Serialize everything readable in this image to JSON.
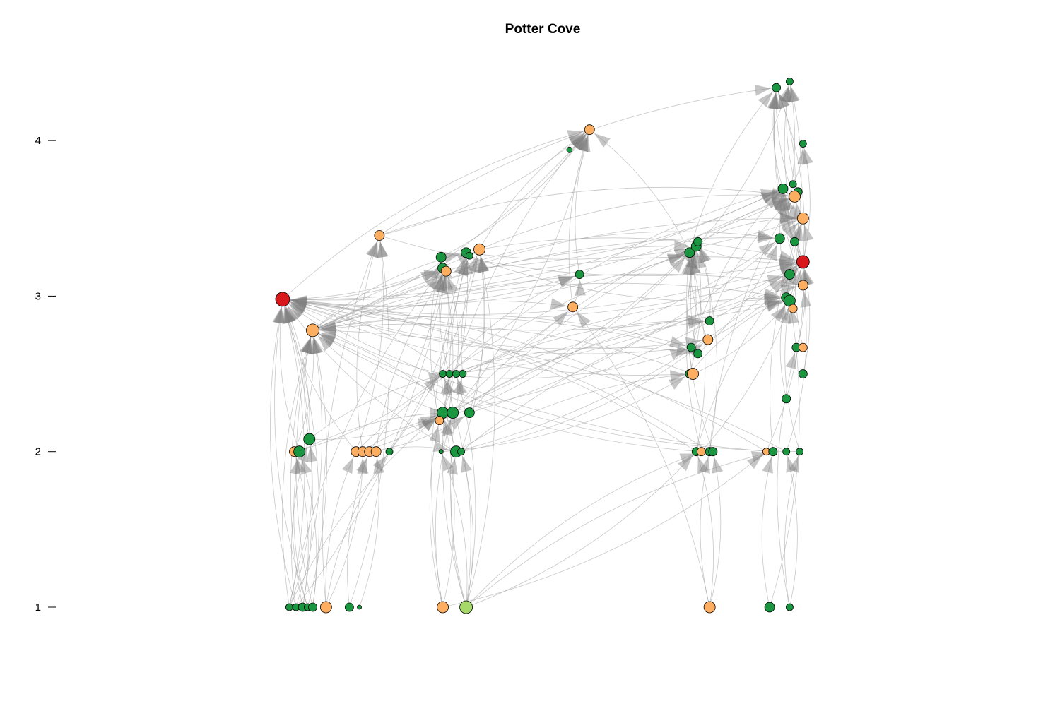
{
  "chart_data": {
    "type": "network",
    "title": "Potter Cove",
    "ylabel": "",
    "xlabel": "",
    "ylim": [
      1,
      4.4
    ],
    "yticks": [
      1,
      2,
      3,
      4
    ],
    "node_colors": {
      "red": "#d7191c",
      "orange": "#fdae61",
      "dark_green": "#1a9641",
      "light_green": "#a6d96a"
    },
    "edge_color": "#9a9a9a",
    "arrow_color": "#7f7f7f",
    "nodes": [
      {
        "id": 0,
        "x": 0.0,
        "y": 2.98,
        "c": "red",
        "s": 10
      },
      {
        "id": 1,
        "x": 0.09,
        "y": 2.78,
        "c": "orange",
        "s": 9
      },
      {
        "id": 2,
        "x": 0.29,
        "y": 3.39,
        "c": "orange",
        "s": 7
      },
      {
        "id": 3,
        "x": 0.08,
        "y": 2.08,
        "c": "dark_green",
        "s": 8
      },
      {
        "id": 4,
        "x": 0.035,
        "y": 2.0,
        "c": "orange",
        "s": 7
      },
      {
        "id": 5,
        "x": 0.05,
        "y": 2.0,
        "c": "dark_green",
        "s": 8
      },
      {
        "id": 6,
        "x": 0.22,
        "y": 2.0,
        "c": "orange",
        "s": 7
      },
      {
        "id": 7,
        "x": 0.24,
        "y": 2.0,
        "c": "orange",
        "s": 7
      },
      {
        "id": 8,
        "x": 0.26,
        "y": 2.0,
        "c": "orange",
        "s": 7
      },
      {
        "id": 9,
        "x": 0.28,
        "y": 2.0,
        "c": "orange",
        "s": 7
      },
      {
        "id": 10,
        "x": 0.32,
        "y": 2.0,
        "c": "dark_green",
        "s": 5
      },
      {
        "id": 11,
        "x": 0.02,
        "y": 1.0,
        "c": "dark_green",
        "s": 5
      },
      {
        "id": 12,
        "x": 0.04,
        "y": 1.0,
        "c": "dark_green",
        "s": 5
      },
      {
        "id": 13,
        "x": 0.06,
        "y": 1.0,
        "c": "dark_green",
        "s": 6
      },
      {
        "id": 14,
        "x": 0.075,
        "y": 1.0,
        "c": "dark_green",
        "s": 5
      },
      {
        "id": 15,
        "x": 0.09,
        "y": 1.0,
        "c": "dark_green",
        "s": 6
      },
      {
        "id": 16,
        "x": 0.13,
        "y": 1.0,
        "c": "orange",
        "s": 8
      },
      {
        "id": 17,
        "x": 0.2,
        "y": 1.0,
        "c": "dark_green",
        "s": 6
      },
      {
        "id": 18,
        "x": 0.23,
        "y": 1.0,
        "c": "dark_green",
        "s": 3
      },
      {
        "id": 19,
        "x": 0.48,
        "y": 1.0,
        "c": "orange",
        "s": 8
      },
      {
        "id": 20,
        "x": 0.55,
        "y": 1.0,
        "c": "light_green",
        "s": 9
      },
      {
        "id": 21,
        "x": 0.59,
        "y": 3.3,
        "c": "orange",
        "s": 8
      },
      {
        "id": 22,
        "x": 0.55,
        "y": 3.28,
        "c": "dark_green",
        "s": 7
      },
      {
        "id": 23,
        "x": 0.475,
        "y": 3.25,
        "c": "dark_green",
        "s": 7
      },
      {
        "id": 24,
        "x": 0.48,
        "y": 3.18,
        "c": "dark_green",
        "s": 7
      },
      {
        "id": 25,
        "x": 0.49,
        "y": 3.16,
        "c": "orange",
        "s": 7
      },
      {
        "id": 26,
        "x": 0.56,
        "y": 3.26,
        "c": "dark_green",
        "s": 5
      },
      {
        "id": 27,
        "x": 0.48,
        "y": 2.5,
        "c": "dark_green",
        "s": 5
      },
      {
        "id": 28,
        "x": 0.5,
        "y": 2.5,
        "c": "dark_green",
        "s": 5
      },
      {
        "id": 29,
        "x": 0.52,
        "y": 2.5,
        "c": "dark_green",
        "s": 5
      },
      {
        "id": 30,
        "x": 0.54,
        "y": 2.5,
        "c": "dark_green",
        "s": 5
      },
      {
        "id": 31,
        "x": 0.48,
        "y": 2.25,
        "c": "dark_green",
        "s": 8
      },
      {
        "id": 32,
        "x": 0.51,
        "y": 2.25,
        "c": "dark_green",
        "s": 8
      },
      {
        "id": 33,
        "x": 0.56,
        "y": 2.25,
        "c": "dark_green",
        "s": 7
      },
      {
        "id": 34,
        "x": 0.47,
        "y": 2.2,
        "c": "orange",
        "s": 6
      },
      {
        "id": 35,
        "x": 0.475,
        "y": 2.0,
        "c": "dark_green",
        "s": 3
      },
      {
        "id": 36,
        "x": 0.52,
        "y": 2.0,
        "c": "dark_green",
        "s": 8
      },
      {
        "id": 37,
        "x": 0.535,
        "y": 2.0,
        "c": "dark_green",
        "s": 5
      },
      {
        "id": 38,
        "x": 0.92,
        "y": 4.07,
        "c": "orange",
        "s": 7
      },
      {
        "id": 39,
        "x": 0.86,
        "y": 3.94,
        "c": "dark_green",
        "s": 4
      },
      {
        "id": 40,
        "x": 0.89,
        "y": 3.14,
        "c": "dark_green",
        "s": 6
      },
      {
        "id": 41,
        "x": 0.87,
        "y": 2.93,
        "c": "orange",
        "s": 7
      },
      {
        "id": 42,
        "x": 1.22,
        "y": 3.28,
        "c": "dark_green",
        "s": 7
      },
      {
        "id": 43,
        "x": 1.24,
        "y": 3.32,
        "c": "dark_green",
        "s": 7
      },
      {
        "id": 44,
        "x": 1.245,
        "y": 3.35,
        "c": "dark_green",
        "s": 6
      },
      {
        "id": 45,
        "x": 1.28,
        "y": 2.84,
        "c": "dark_green",
        "s": 6
      },
      {
        "id": 46,
        "x": 1.275,
        "y": 2.72,
        "c": "orange",
        "s": 7
      },
      {
        "id": 47,
        "x": 1.225,
        "y": 2.67,
        "c": "dark_green",
        "s": 6
      },
      {
        "id": 48,
        "x": 1.245,
        "y": 2.63,
        "c": "dark_green",
        "s": 6
      },
      {
        "id": 49,
        "x": 1.22,
        "y": 2.5,
        "c": "dark_green",
        "s": 6
      },
      {
        "id": 50,
        "x": 1.23,
        "y": 2.5,
        "c": "orange",
        "s": 8
      },
      {
        "id": 51,
        "x": 1.24,
        "y": 2.0,
        "c": "dark_green",
        "s": 6
      },
      {
        "id": 52,
        "x": 1.255,
        "y": 2.0,
        "c": "orange",
        "s": 6
      },
      {
        "id": 53,
        "x": 1.28,
        "y": 2.0,
        "c": "dark_green",
        "s": 6
      },
      {
        "id": 54,
        "x": 1.29,
        "y": 2.0,
        "c": "dark_green",
        "s": 6
      },
      {
        "id": 55,
        "x": 1.28,
        "y": 1.0,
        "c": "orange",
        "s": 8
      },
      {
        "id": 56,
        "x": 1.48,
        "y": 4.34,
        "c": "dark_green",
        "s": 6
      },
      {
        "id": 57,
        "x": 1.52,
        "y": 4.38,
        "c": "dark_green",
        "s": 5
      },
      {
        "id": 58,
        "x": 1.56,
        "y": 3.98,
        "c": "dark_green",
        "s": 5
      },
      {
        "id": 59,
        "x": 1.5,
        "y": 3.69,
        "c": "dark_green",
        "s": 7
      },
      {
        "id": 60,
        "x": 1.53,
        "y": 3.72,
        "c": "dark_green",
        "s": 5
      },
      {
        "id": 61,
        "x": 1.545,
        "y": 3.67,
        "c": "dark_green",
        "s": 6
      },
      {
        "id": 62,
        "x": 1.535,
        "y": 3.64,
        "c": "orange",
        "s": 8
      },
      {
        "id": 63,
        "x": 1.56,
        "y": 3.5,
        "c": "orange",
        "s": 8
      },
      {
        "id": 64,
        "x": 1.49,
        "y": 3.37,
        "c": "dark_green",
        "s": 7
      },
      {
        "id": 65,
        "x": 1.535,
        "y": 3.35,
        "c": "dark_green",
        "s": 6
      },
      {
        "id": 66,
        "x": 1.56,
        "y": 3.22,
        "c": "red",
        "s": 9
      },
      {
        "id": 67,
        "x": 1.52,
        "y": 3.14,
        "c": "dark_green",
        "s": 7
      },
      {
        "id": 68,
        "x": 1.56,
        "y": 3.07,
        "c": "orange",
        "s": 7
      },
      {
        "id": 69,
        "x": 1.51,
        "y": 2.99,
        "c": "dark_green",
        "s": 7
      },
      {
        "id": 70,
        "x": 1.52,
        "y": 2.97,
        "c": "dark_green",
        "s": 8
      },
      {
        "id": 71,
        "x": 1.53,
        "y": 2.92,
        "c": "orange",
        "s": 6
      },
      {
        "id": 72,
        "x": 1.54,
        "y": 2.67,
        "c": "dark_green",
        "s": 6
      },
      {
        "id": 73,
        "x": 1.56,
        "y": 2.67,
        "c": "orange",
        "s": 6
      },
      {
        "id": 74,
        "x": 1.56,
        "y": 2.5,
        "c": "dark_green",
        "s": 6
      },
      {
        "id": 75,
        "x": 1.51,
        "y": 2.34,
        "c": "dark_green",
        "s": 6
      },
      {
        "id": 76,
        "x": 1.45,
        "y": 2.0,
        "c": "orange",
        "s": 5
      },
      {
        "id": 77,
        "x": 1.47,
        "y": 2.0,
        "c": "dark_green",
        "s": 6
      },
      {
        "id": 78,
        "x": 1.51,
        "y": 2.0,
        "c": "dark_green",
        "s": 5
      },
      {
        "id": 79,
        "x": 1.55,
        "y": 2.0,
        "c": "dark_green",
        "s": 5
      },
      {
        "id": 80,
        "x": 1.46,
        "y": 1.0,
        "c": "dark_green",
        "s": 7
      },
      {
        "id": 81,
        "x": 1.52,
        "y": 1.0,
        "c": "dark_green",
        "s": 5
      }
    ],
    "edges": [
      [
        11,
        0
      ],
      [
        12,
        0
      ],
      [
        13,
        0
      ],
      [
        14,
        0
      ],
      [
        15,
        0
      ],
      [
        11,
        1
      ],
      [
        12,
        1
      ],
      [
        13,
        1
      ],
      [
        14,
        1
      ],
      [
        15,
        1
      ],
      [
        11,
        3
      ],
      [
        12,
        3
      ],
      [
        13,
        4
      ],
      [
        14,
        5
      ],
      [
        15,
        5
      ],
      [
        16,
        6
      ],
      [
        16,
        7
      ],
      [
        17,
        8
      ],
      [
        18,
        9
      ],
      [
        16,
        10
      ],
      [
        19,
        31
      ],
      [
        19,
        32
      ],
      [
        20,
        27
      ],
      [
        20,
        28
      ],
      [
        20,
        29
      ],
      [
        20,
        30
      ],
      [
        20,
        35
      ],
      [
        20,
        36
      ],
      [
        20,
        37
      ],
      [
        19,
        34
      ],
      [
        20,
        51
      ],
      [
        20,
        52
      ],
      [
        19,
        76
      ],
      [
        20,
        77
      ],
      [
        55,
        51
      ],
      [
        55,
        53
      ],
      [
        55,
        54
      ],
      [
        80,
        77
      ],
      [
        81,
        78
      ],
      [
        81,
        79
      ],
      [
        80,
        70
      ],
      [
        81,
        72
      ],
      [
        55,
        41
      ],
      [
        16,
        2
      ],
      [
        17,
        2
      ],
      [
        11,
        24
      ],
      [
        12,
        25
      ],
      [
        19,
        22
      ],
      [
        20,
        21
      ],
      [
        11,
        31
      ],
      [
        3,
        0
      ],
      [
        5,
        0
      ],
      [
        4,
        1
      ],
      [
        3,
        1
      ],
      [
        6,
        2
      ],
      [
        7,
        2
      ],
      [
        8,
        24
      ],
      [
        9,
        25
      ],
      [
        10,
        22
      ],
      [
        6,
        0
      ],
      [
        27,
        23
      ],
      [
        28,
        24
      ],
      [
        29,
        25
      ],
      [
        30,
        21
      ],
      [
        31,
        22
      ],
      [
        32,
        26
      ],
      [
        33,
        21
      ],
      [
        34,
        23
      ],
      [
        35,
        24
      ],
      [
        36,
        25
      ],
      [
        37,
        21
      ],
      [
        27,
        40
      ],
      [
        28,
        41
      ],
      [
        31,
        38
      ],
      [
        32,
        38
      ],
      [
        27,
        0
      ],
      [
        28,
        0
      ],
      [
        31,
        1
      ],
      [
        32,
        1
      ],
      [
        36,
        0
      ],
      [
        51,
        42
      ],
      [
        52,
        43
      ],
      [
        53,
        44
      ],
      [
        54,
        42
      ],
      [
        49,
        43
      ],
      [
        50,
        44
      ],
      [
        47,
        42
      ],
      [
        48,
        43
      ],
      [
        45,
        44
      ],
      [
        46,
        42
      ],
      [
        51,
        0
      ],
      [
        52,
        1
      ],
      [
        53,
        0
      ],
      [
        49,
        0
      ],
      [
        50,
        1
      ],
      [
        47,
        0
      ],
      [
        48,
        1
      ],
      [
        51,
        66
      ],
      [
        52,
        66
      ],
      [
        53,
        62
      ],
      [
        76,
        0
      ],
      [
        77,
        0
      ],
      [
        78,
        1
      ],
      [
        79,
        1
      ],
      [
        76,
        66
      ],
      [
        77,
        63
      ],
      [
        78,
        68
      ],
      [
        79,
        70
      ],
      [
        74,
        66
      ],
      [
        75,
        69
      ],
      [
        72,
        66
      ],
      [
        73,
        63
      ],
      [
        70,
        62
      ],
      [
        71,
        59
      ],
      [
        69,
        59
      ],
      [
        68,
        56
      ],
      [
        67,
        57
      ],
      [
        65,
        56
      ],
      [
        64,
        57
      ],
      [
        63,
        56
      ],
      [
        62,
        56
      ],
      [
        61,
        57
      ],
      [
        60,
        58
      ],
      [
        59,
        56
      ],
      [
        66,
        56
      ],
      [
        66,
        57
      ],
      [
        66,
        58
      ],
      [
        66,
        59
      ],
      [
        66,
        63
      ],
      [
        66,
        62
      ],
      [
        0,
        66
      ],
      [
        1,
        66
      ],
      [
        0,
        62
      ],
      [
        1,
        63
      ],
      [
        0,
        59
      ],
      [
        1,
        64
      ],
      [
        0,
        70
      ],
      [
        1,
        69
      ],
      [
        0,
        67
      ],
      [
        1,
        68
      ],
      [
        2,
        66
      ],
      [
        2,
        62
      ],
      [
        2,
        38
      ],
      [
        21,
        62
      ],
      [
        22,
        63
      ],
      [
        23,
        66
      ],
      [
        24,
        59
      ],
      [
        25,
        64
      ],
      [
        26,
        69
      ],
      [
        21,
        38
      ],
      [
        23,
        38
      ],
      [
        40,
        38
      ],
      [
        41,
        40
      ],
      [
        41,
        38
      ],
      [
        39,
        38
      ],
      [
        42,
        62
      ],
      [
        43,
        66
      ],
      [
        44,
        63
      ],
      [
        42,
        38
      ],
      [
        45,
        62
      ],
      [
        46,
        66
      ],
      [
        47,
        59
      ],
      [
        48,
        64
      ],
      [
        49,
        69
      ],
      [
        50,
        70
      ],
      [
        42,
        56
      ],
      [
        43,
        57
      ],
      [
        0,
        38
      ],
      [
        1,
        38
      ],
      [
        2,
        56
      ],
      [
        31,
        66
      ],
      [
        32,
        62
      ],
      [
        33,
        63
      ],
      [
        34,
        70
      ],
      [
        27,
        66
      ],
      [
        28,
        59
      ],
      [
        29,
        64
      ],
      [
        30,
        69
      ],
      [
        36,
        67
      ],
      [
        37,
        68
      ],
      [
        0,
        21
      ],
      [
        1,
        22
      ],
      [
        0,
        24
      ],
      [
        1,
        25
      ],
      [
        0,
        42
      ],
      [
        1,
        43
      ],
      [
        0,
        40
      ],
      [
        1,
        41
      ],
      [
        0,
        46
      ],
      [
        1,
        47
      ],
      [
        3,
        31
      ],
      [
        5,
        32
      ],
      [
        4,
        27
      ],
      [
        3,
        28
      ],
      [
        6,
        31
      ],
      [
        7,
        34
      ],
      [
        8,
        33
      ],
      [
        9,
        36
      ],
      [
        10,
        21
      ],
      [
        6,
        42
      ],
      [
        34,
        42
      ],
      [
        33,
        43
      ],
      [
        31,
        44
      ],
      [
        32,
        45
      ],
      [
        27,
        47
      ],
      [
        28,
        48
      ],
      [
        35,
        49
      ],
      [
        36,
        50
      ],
      [
        37,
        46
      ],
      [
        30,
        45
      ]
    ]
  }
}
